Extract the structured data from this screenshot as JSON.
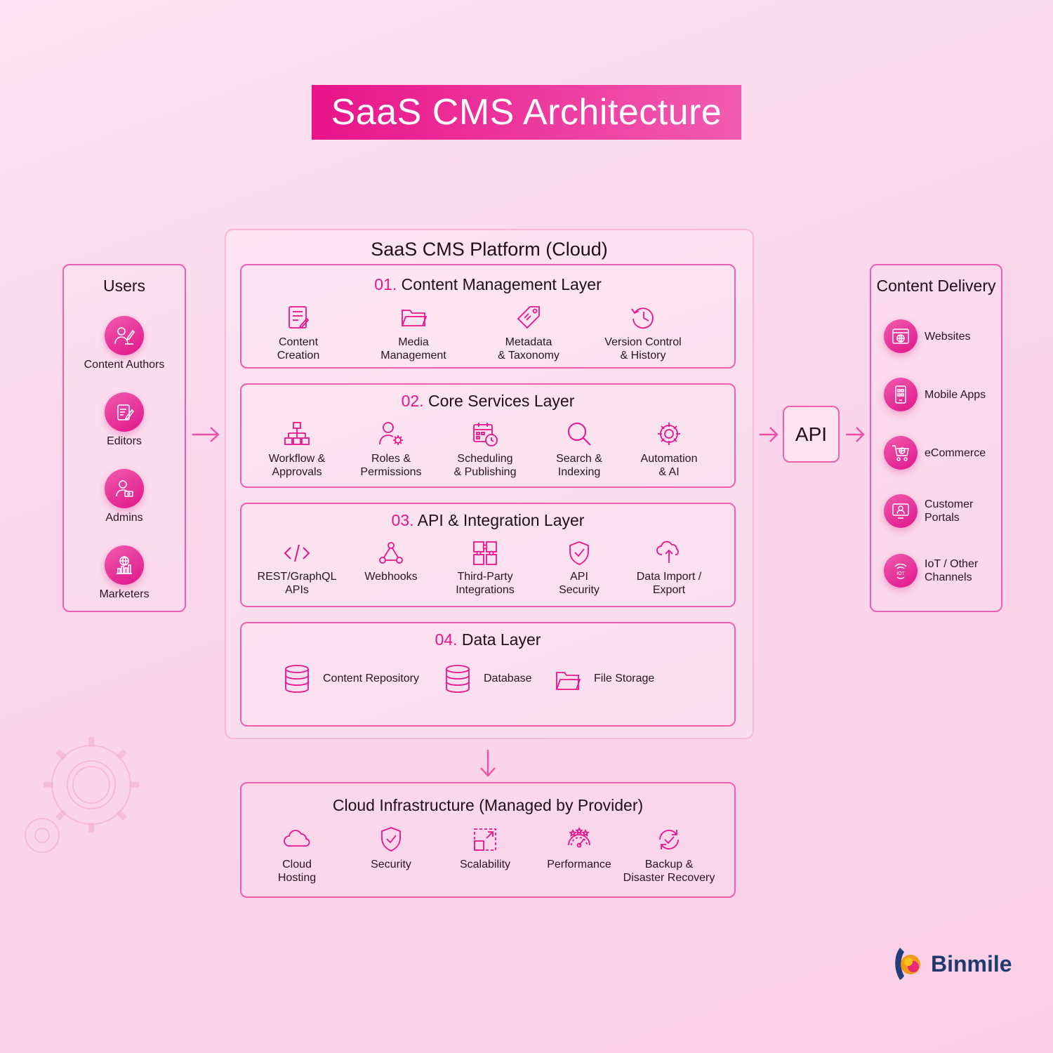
{
  "title": "SaaS CMS Architecture",
  "users": {
    "title": "Users",
    "items": [
      {
        "label": "Content Authors",
        "icon": "content-author-icon"
      },
      {
        "label": "Editors",
        "icon": "editor-icon"
      },
      {
        "label": "Admins",
        "icon": "admin-icon"
      },
      {
        "label": "Marketers",
        "icon": "marketer-icon"
      }
    ]
  },
  "platform": {
    "title": "SaaS CMS Platform (Cloud)",
    "layers": [
      {
        "number": "01.",
        "name": "Content Management Layer",
        "items": [
          {
            "label": "Content\nCreation",
            "icon": "document-edit-icon"
          },
          {
            "label": "Media\nManagement",
            "icon": "folder-icon"
          },
          {
            "label": "Metadata\n& Taxonomy",
            "icon": "tag-icon"
          },
          {
            "label": "Version Control\n& History",
            "icon": "history-icon"
          }
        ]
      },
      {
        "number": "02.",
        "name": "Core Services Layer",
        "items": [
          {
            "label": "Workflow &\nApprovals",
            "icon": "workflow-icon"
          },
          {
            "label": "Roles &\nPermissions",
            "icon": "user-settings-icon"
          },
          {
            "label": "Scheduling\n& Publishing",
            "icon": "calendar-clock-icon"
          },
          {
            "label": "Search &\nIndexing",
            "icon": "search-icon"
          },
          {
            "label": "Automation\n& AI",
            "icon": "gear-icon"
          }
        ]
      },
      {
        "number": "03.",
        "name": "API & Integration Layer",
        "items": [
          {
            "label": "REST/GraphQL\nAPIs",
            "icon": "code-icon"
          },
          {
            "label": "Webhooks",
            "icon": "webhook-icon"
          },
          {
            "label": "Third-Party\nIntegrations",
            "icon": "puzzle-icon"
          },
          {
            "label": "API\nSecurity",
            "icon": "shield-check-icon"
          },
          {
            "label": "Data Import /\nExport",
            "icon": "cloud-transfer-icon"
          }
        ]
      },
      {
        "number": "04.",
        "name": "Data Layer",
        "items": [
          {
            "label": "Content Repository",
            "icon": "database-icon"
          },
          {
            "label": "Database",
            "icon": "database-icon"
          },
          {
            "label": "File Storage",
            "icon": "folder-open-icon"
          }
        ]
      }
    ]
  },
  "api": {
    "label": "API"
  },
  "delivery": {
    "title": "Content Delivery",
    "items": [
      {
        "label": "Websites",
        "icon": "website-icon"
      },
      {
        "label": "Mobile Apps",
        "icon": "mobile-icon"
      },
      {
        "label": "eCommerce",
        "icon": "cart-icon"
      },
      {
        "label": "Customer\nPortals",
        "icon": "portal-icon"
      },
      {
        "label": "IoT / Other\nChannels",
        "icon": "iot-icon"
      }
    ]
  },
  "infrastructure": {
    "title": "Cloud Infrastructure (Managed by Provider)",
    "items": [
      {
        "label": "Cloud\nHosting",
        "icon": "cloud-icon"
      },
      {
        "label": "Security",
        "icon": "shield-check-icon"
      },
      {
        "label": "Scalability",
        "icon": "expand-icon"
      },
      {
        "label": "Performance",
        "icon": "gauge-icon"
      },
      {
        "label": "Backup &\nDisaster Recovery",
        "icon": "backup-icon"
      }
    ]
  },
  "brand": {
    "name": "Binmile"
  },
  "colors": {
    "accent": "#e8148a",
    "border": "#ee5fae",
    "text": "#1e0f18"
  }
}
